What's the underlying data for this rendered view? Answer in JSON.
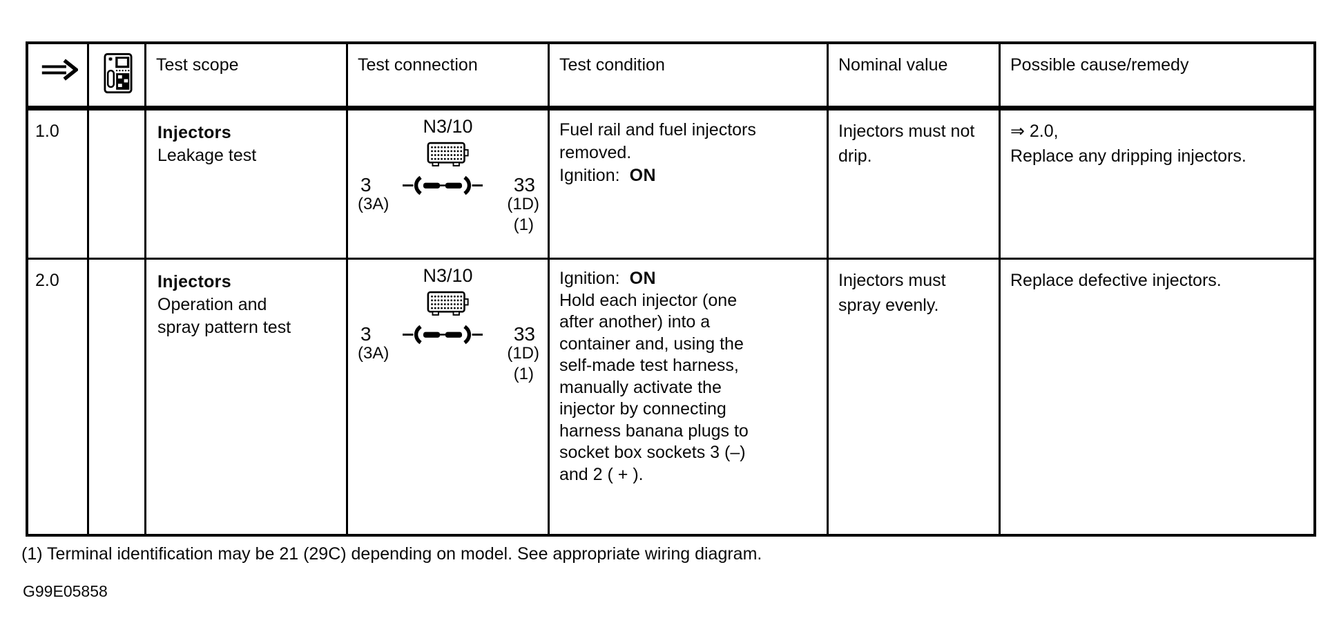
{
  "header": {
    "arrow_icon": "double-right-arrow",
    "tester_icon": "handheld-tester",
    "col_scope": "Test scope",
    "col_connection": "Test connection",
    "col_condition": "Test condition",
    "col_nominal": "Nominal value",
    "col_remedy": "Possible cause/remedy"
  },
  "rows": [
    {
      "id": "1.0",
      "scope_title": "Injectors",
      "scope_lines": [
        "Leakage test"
      ],
      "connection": {
        "component": "N3/10",
        "left_pin": "3",
        "left_sub": "(3A)",
        "right_pin": "33",
        "right_sub": "(1D)",
        "right_note": "(1)"
      },
      "condition_lines": [
        "Fuel rail and fuel injectors",
        "removed."
      ],
      "ignition_label": "Ignition:",
      "ignition_value": "ON",
      "nominal": "Injectors must not drip.",
      "remedy_lines": [
        "⇒ 2.0,",
        "Replace any dripping injectors."
      ]
    },
    {
      "id": "2.0",
      "scope_title": "Injectors",
      "scope_lines": [
        "Operation and",
        "spray pattern test"
      ],
      "connection": {
        "component": "N3/10",
        "left_pin": "3",
        "left_sub": "(3A)",
        "right_pin": "33",
        "right_sub": "(1D)",
        "right_note": "(1)"
      },
      "ignition_label": "Ignition:",
      "ignition_value": "ON",
      "condition_lines": [
        "Hold each injector (one",
        "after another) into a",
        "container and, using the",
        "self-made test harness,",
        "manually activate the",
        "injector by connecting",
        "harness banana plugs to",
        "socket box sockets 3 (–)",
        "and 2 ( + )."
      ],
      "nominal": "Injectors must spray evenly.",
      "remedy_lines": [
        "Replace defective injectors."
      ]
    }
  ],
  "footnote": "(1) Terminal identification may be 21 (29C) depending on model. See appropriate wiring diagram.",
  "doc_code": "G99E05858"
}
